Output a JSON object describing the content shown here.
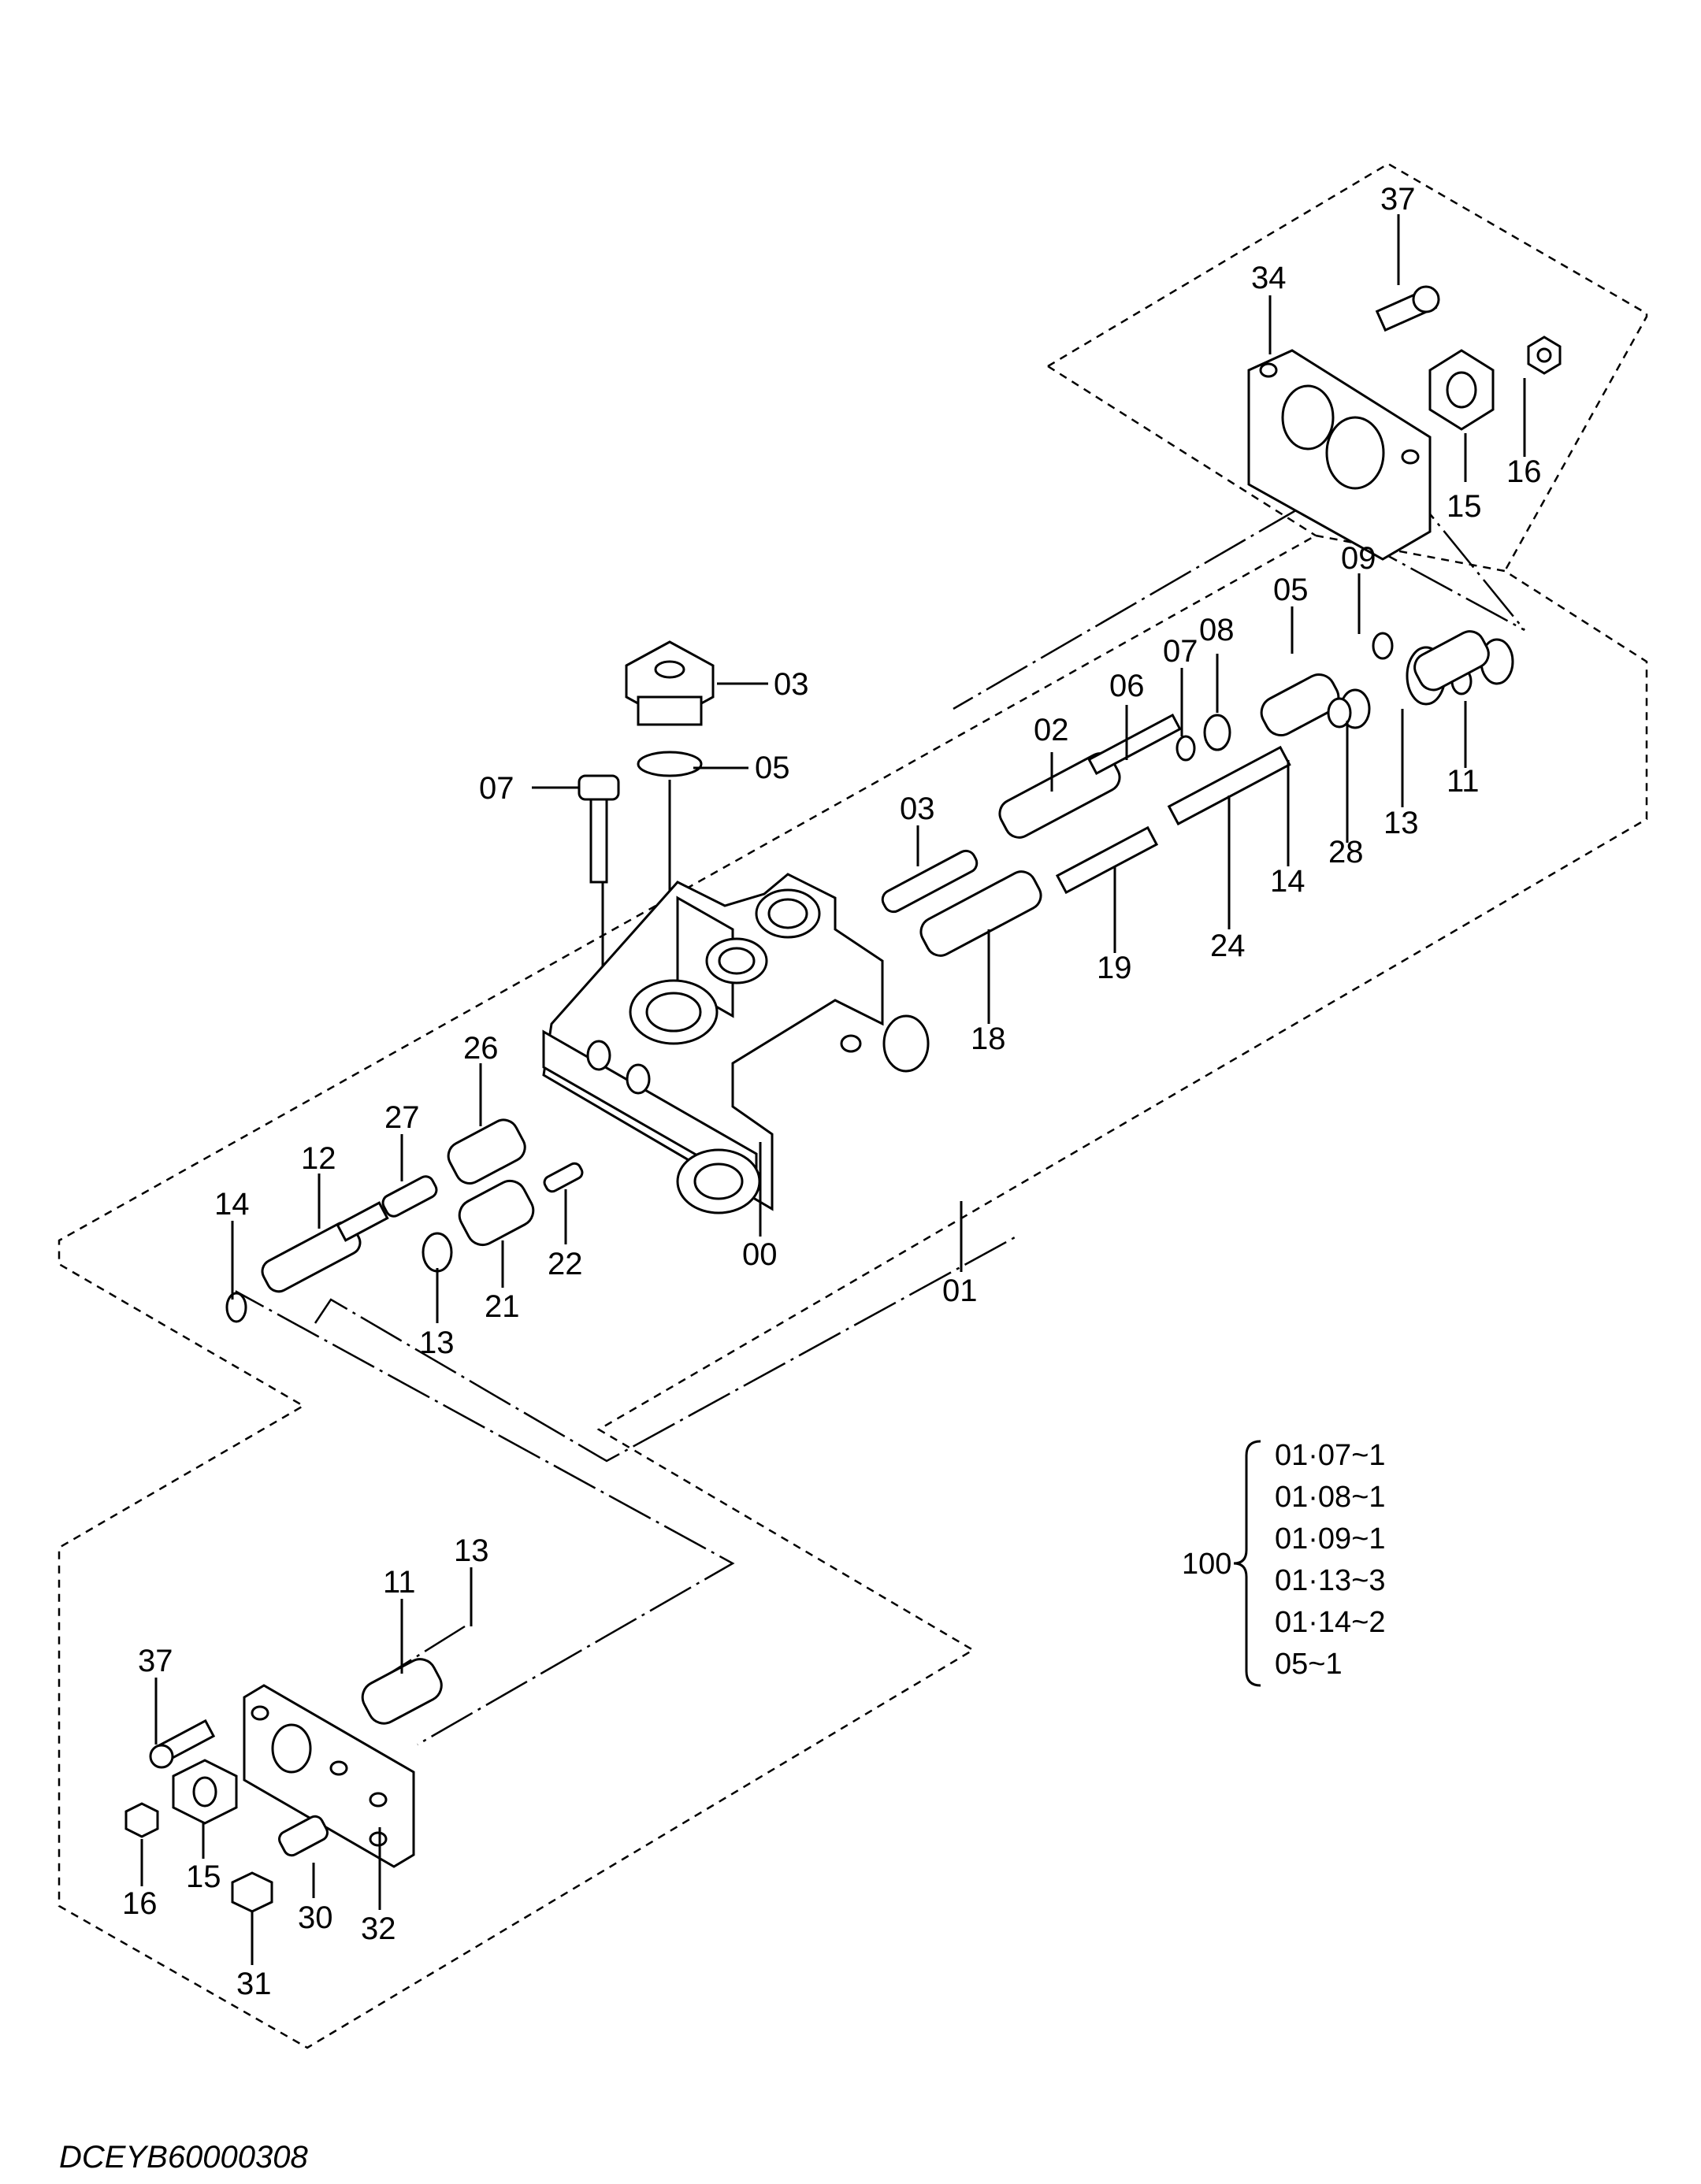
{
  "callouts": {
    "c37_top": "37",
    "c34": "34",
    "c16_top": "16",
    "c15_top": "15",
    "c09": "09",
    "c05_right": "05",
    "c08": "08",
    "c07_right": "07",
    "c06": "06",
    "c02": "02",
    "c03_upper": "03",
    "c05_upper": "05",
    "c07_bolt": "07",
    "c03_mid": "03",
    "c11_top": "11",
    "c13_right": "13",
    "c28": "28",
    "c14_right": "14",
    "c24": "24",
    "c19": "19",
    "c18": "18",
    "c26": "26",
    "c27": "27",
    "c12": "12",
    "c14_left": "14",
    "c13_left": "13",
    "c21": "21",
    "c22": "22",
    "c00": "00",
    "c01": "01",
    "c11_bottom": "11",
    "c13_bottom": "13",
    "c37_bottom": "37",
    "c15_bottom": "15",
    "c16_bottom": "16",
    "c31": "31",
    "c30": "30",
    "c32": "32"
  },
  "kit": {
    "number": "100",
    "items": [
      "01·07~1",
      "01·08~1",
      "01·09~1",
      "01·13~3",
      "01·14~2",
      "05~1"
    ]
  },
  "figure_ref": "DCEYB60000308"
}
